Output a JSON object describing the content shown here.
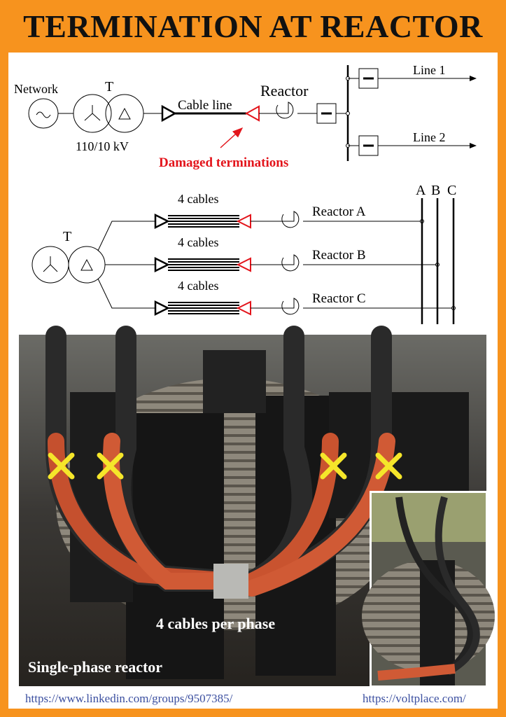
{
  "title": "TERMINATION AT REACTOR",
  "diagram1": {
    "network": "Network",
    "transformer": "T",
    "voltage": "110/10 kV",
    "cable": "Cable line",
    "reactor": "Reactor",
    "line1": "Line 1",
    "line2": "Line 2",
    "damaged": "Damaged terminations"
  },
  "diagram2": {
    "transformer": "T",
    "bundles": [
      "4 cables",
      "4 cables",
      "4 cables"
    ],
    "reactors": [
      "Reactor A",
      "Reactor B",
      "Reactor C"
    ],
    "phases": [
      "A",
      "B",
      "C"
    ]
  },
  "photo": {
    "caption_cables": "4 cables per phase",
    "caption_reactor": "Single-phase reactor"
  },
  "footer": {
    "left_url": "https://www.linkedin.com/groups/9507385/",
    "right_url": "https://voltplace.com/"
  },
  "colors": {
    "frame": "#f7931e",
    "damage": "#e3141b",
    "url": "#3b4fa0",
    "marker": "#f5e62a"
  }
}
